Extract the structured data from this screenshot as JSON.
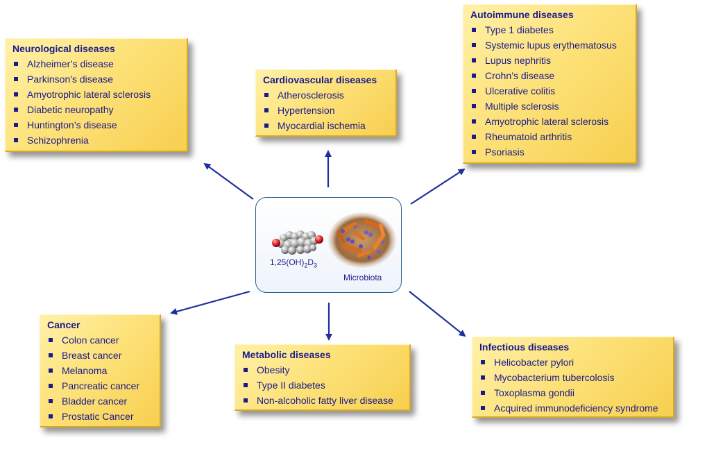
{
  "boxes": {
    "neurological": {
      "title": "Neurological diseases",
      "items": [
        "Alzheimer’s disease",
        "Parkinson's disease",
        "Amyotrophic lateral sclerosis",
        "Diabetic neuropathy",
        "Huntington’s disease",
        "Schizophrenia"
      ]
    },
    "cardiovascular": {
      "title": "Cardiovascular diseases",
      "items": [
        "Atherosclerosis",
        "Hypertension",
        "Myocardial ischemia"
      ]
    },
    "autoimmune": {
      "title": "Autoimmune diseases",
      "items": [
        "Type 1 diabetes",
        "Systemic lupus erythematosus",
        "Lupus nephritis",
        "Crohn’s disease",
        "Ulcerative colitis",
        "Multiple sclerosis",
        "Amyotrophic  lateral sclerosis",
        "Rheumatoid arthritis",
        "Psoriasis"
      ]
    },
    "cancer": {
      "title": "Cancer",
      "items": [
        "Colon cancer",
        "Breast cancer",
        "Melanoma",
        "Pancreatic cancer",
        "Bladder cancer",
        "Prostatic Cancer"
      ]
    },
    "metabolic": {
      "title": "Metabolic diseases",
      "items": [
        "Obesity",
        "Type II diabetes",
        "Non-alcoholic fatty liver disease"
      ]
    },
    "infectious": {
      "title": "Infectious diseases",
      "items": [
        "Helicobacter pylori",
        "Mycobacterium tubercolosis",
        "Toxoplasma gondii",
        "Acquired immunodeficiency syndrome"
      ]
    }
  },
  "center": {
    "compound_base": "1,25(OH)",
    "compound_sub1": "2",
    "compound_mid": "D",
    "compound_sub2": "3",
    "microbiota_label": "Microbiota"
  },
  "colors": {
    "text": "#1a1a8c",
    "arrow": "#1f2f9c",
    "box_fill": "#fde27a",
    "center_border": "#2a5f8f"
  }
}
